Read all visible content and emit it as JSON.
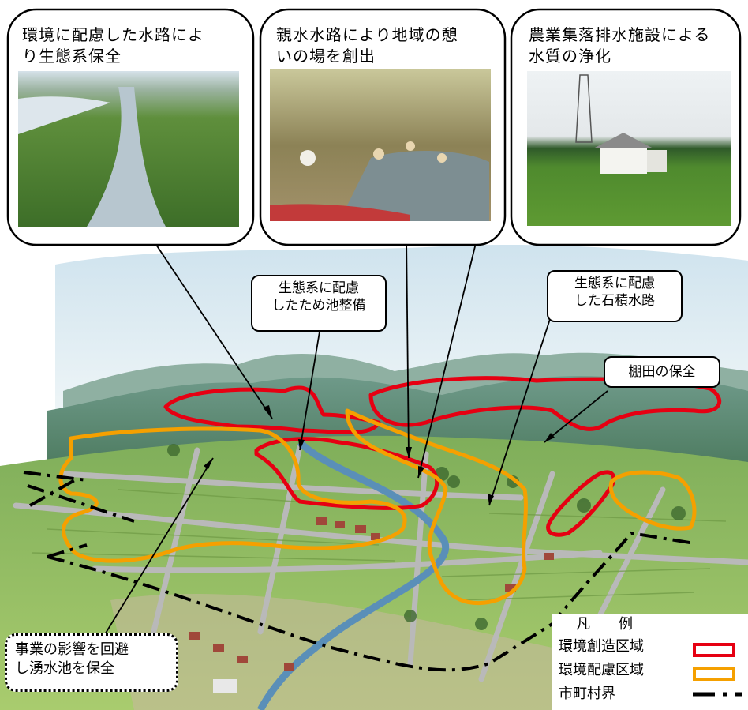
{
  "panels": [
    {
      "title_line1": "環境に配慮した水路によ",
      "title_line2": "り生態系保全",
      "photo": "stream-photo"
    },
    {
      "title_line1": "親水水路により地域の憩",
      "title_line2": "いの場を創出",
      "photo": "children-playing-photo"
    },
    {
      "title_line1": "農業集落排水施設による",
      "title_line2": "水質の浄化",
      "photo": "treatment-facility-photo"
    }
  ],
  "callouts": {
    "pond": {
      "line1": "生態系に配慮",
      "line2": "したため池整備"
    },
    "stone_channel": {
      "line1": "生態系に配慮",
      "line2": "した石積水路"
    },
    "terraced_fields": {
      "text": "棚田の保全"
    },
    "spring_pond": {
      "line1": "事業の影響を回避",
      "line2": "し湧水池を保全"
    }
  },
  "legend": {
    "title": "凡　　例",
    "items": [
      {
        "label": "環境創造区域",
        "color": "#e60012"
      },
      {
        "label": "環境配慮区域",
        "color": "#f5a000"
      },
      {
        "label": "市町村界",
        "color": "#000000"
      }
    ]
  }
}
